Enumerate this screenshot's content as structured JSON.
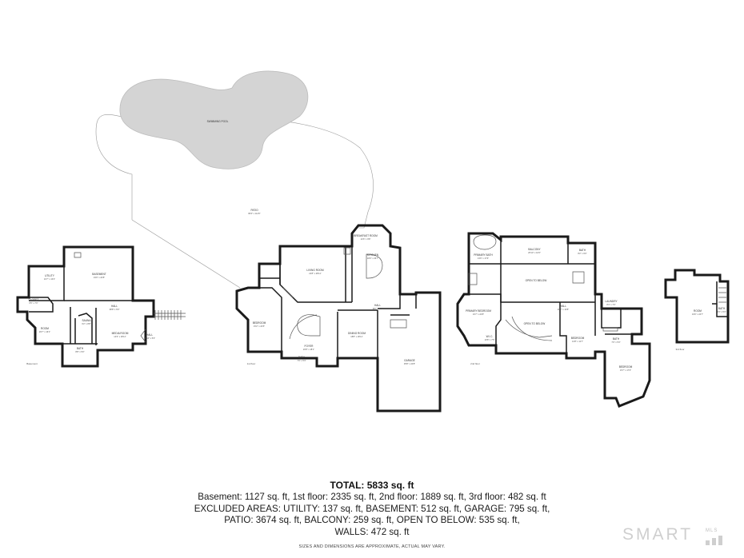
{
  "plan": {
    "outdoor": {
      "pool_label": "SWIMMING POOL",
      "patio_label": "PATIO",
      "patio_dim": "80'0\" x 111'5\""
    },
    "floors": {
      "basement": "Basement",
      "first": "1st floor",
      "second": "2nd floor",
      "third": "3rd floor"
    },
    "rooms": {
      "basement": [
        {
          "name": "UTILITY",
          "dim": "10'7\" x 13'2\""
        },
        {
          "name": "BASEMENT",
          "dim": "19'0\" x 24'8\""
        },
        {
          "name": "CLOSET",
          "dim": "6'5\" x 7'0\""
        },
        {
          "name": "HALL",
          "dim": "38'8\" x 6'0\""
        },
        {
          "name": "ROOM",
          "dim": "26'7\" x 16'1\""
        },
        {
          "name": "SAUNA",
          "dim": "6'2\" x 8'8\""
        },
        {
          "name": "MEDIA ROOM",
          "dim": "14'3\" x 18'11\""
        },
        {
          "name": "HALL",
          "dim": "10'10\" x 5'0\""
        },
        {
          "name": "BATH",
          "dim": "8'8\" x 5'0\""
        }
      ],
      "first": [
        {
          "name": "BREAKFAST ROOM",
          "dim": "14'6\" x 9'8\""
        },
        {
          "name": "LIVING ROOM",
          "dim": "22'8\" x 28'11\""
        },
        {
          "name": "KITCHEN",
          "dim": "18'0\" x 26'7\""
        },
        {
          "name": "HALL",
          "dim": "38'7\" x 6'0\""
        },
        {
          "name": "BEDROOM",
          "dim": "15'2\" x 22'5\""
        },
        {
          "name": "FOYER",
          "dim": "20'8\" x 18'1\""
        },
        {
          "name": "DINING ROOM",
          "dim": "18'8\" x 18'11\""
        },
        {
          "name": "GARAGE",
          "dim": "35'8\" x 24'8\""
        },
        {
          "name": "BATH",
          "dim": "7'0\" x 5'3\""
        }
      ],
      "second": [
        {
          "name": "PRIMARY BATH",
          "dim": "13'6\" x 17'6\""
        },
        {
          "name": "BALCONY",
          "dim": "25'10\" x 10'6\""
        },
        {
          "name": "BATH",
          "dim": "8'2\" x 6'0\""
        },
        {
          "name": "OPEN TO BELOW",
          "dim": ""
        },
        {
          "name": "PRIMARY BEDROOM",
          "dim": "16'7\" x 24'8\""
        },
        {
          "name": "HALL",
          "dim": "20'7\" x 13'8\""
        },
        {
          "name": "LAUNDRY",
          "dim": "8'4\" x 7'0\""
        },
        {
          "name": "OPEN TO BELOW",
          "dim": ""
        },
        {
          "name": "BEDROOM",
          "dim": "13'8\" x 11'7\""
        },
        {
          "name": "W.I.C.",
          "dim": "10'8\" x 7'5\""
        },
        {
          "name": "BATH",
          "dim": "7'0\" x 5'3\""
        },
        {
          "name": "BEDROOM",
          "dim": "15'7\" x 17'0\""
        }
      ],
      "third": [
        {
          "name": "ROOM",
          "dim": "19'6\" x 24'7\""
        },
        {
          "name": "BATH",
          "dim": "6'3\" x 5'3\""
        }
      ]
    }
  },
  "summary": {
    "total": "TOTAL: 5833 sq. ft",
    "lines": [
      "Basement: 1127 sq. ft, 1st floor: 2335 sq. ft, 2nd floor: 1889 sq. ft, 3rd floor: 482 sq. ft",
      "EXCLUDED AREAS: UTILITY: 137 sq. ft, BASEMENT: 512 sq. ft, GARAGE: 795 sq. ft,",
      "PATIO: 3674 sq. ft, BALCONY: 259 sq. ft, OPEN TO BELOW: 535 sq. ft,",
      "WALLS: 472 sq. ft"
    ],
    "note": "SIZES AND DIMENSIONS ARE APPROXIMATE, ACTUAL MAY VARY."
  },
  "logo": {
    "word": "SMART",
    "sub": "MLS"
  }
}
